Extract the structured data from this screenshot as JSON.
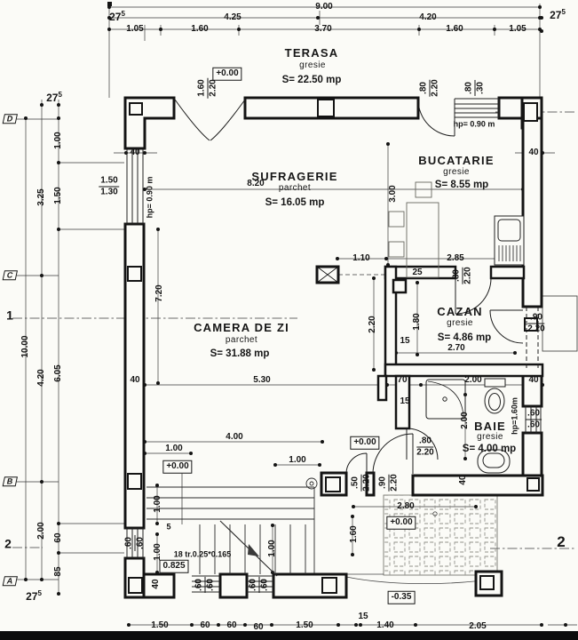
{
  "rooms": {
    "terasa": {
      "name": "TERASA",
      "finish": "gresie",
      "area": "S= 22.50 mp"
    },
    "sufragerie": {
      "name": "SUFRAGERIE",
      "finish": "parchet",
      "area": "S= 16.05 mp"
    },
    "bucatarie": {
      "name": "BUCATARIE",
      "finish": "gresie",
      "area": "S= 8.55 mp"
    },
    "camera_de_zi": {
      "name": "CAMERA DE ZI",
      "finish": "parchet",
      "area": "S= 31.88 mp"
    },
    "cazan": {
      "name": "CAZAN",
      "finish": "gresie",
      "area": "S= 4.86 mp"
    },
    "baie": {
      "name": "BAIE",
      "finish": "gresie",
      "area": "S= 4.00 mp"
    }
  },
  "levels": {
    "zero": "+0.00",
    "minus": "-0.35",
    "landing": "0.825"
  },
  "axis": {
    "n": "27",
    "sup": "5",
    "d": "D",
    "c": "C",
    "b": "B",
    "a": "A",
    "r1": "1",
    "r2": "2"
  },
  "dim": {
    "v900": "9.00",
    "v425": "4.25",
    "v420": "4.20",
    "v105": "1.05",
    "v160": "1.60",
    "v370": "3.70",
    "v1000": "10.00",
    "v325": "3.25",
    "v200": "2.00",
    "v100": "1.00",
    "v150": "1.50",
    "v605": "6.05",
    "v60": "60",
    "v85": "85",
    "v40": "40",
    "v15": "15",
    "v25": "25",
    "v70": "70",
    "v820": "8.20",
    "v300": "3.00",
    "v720": "7.20",
    "v110": "1.10",
    "v285": "2.85",
    "v220": "2.20",
    "v180": "1.80",
    "v270": "2.70",
    "v530": "5.30",
    "v400": "4.00",
    "v280": "2.80",
    "v140": "1.40",
    "v205": "2.05",
    "p80": ".80",
    "p90": ".90",
    "p50": ".50",
    "p30": ".30",
    "p60": ".60",
    "v130": "1.30"
  },
  "notes": {
    "stairs": "18 tr.0.25*0.165",
    "step": "5",
    "hp090": "hp= 0.90 m",
    "hp160": "hp=1.60m"
  }
}
